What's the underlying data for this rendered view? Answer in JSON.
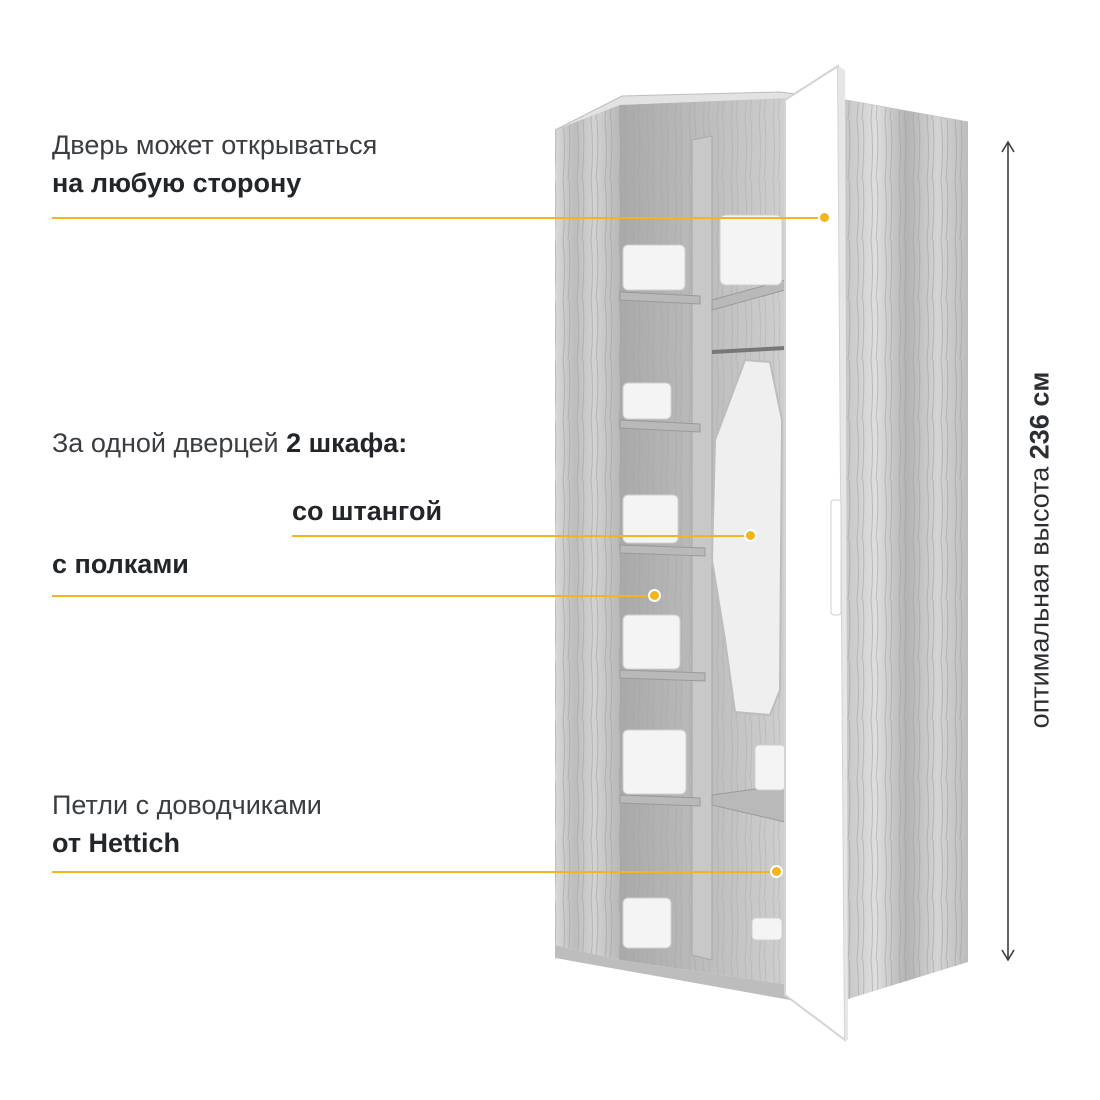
{
  "callouts": [
    {
      "id": "door",
      "line1": "Дверь может открываться",
      "line2": "на любую сторону"
    },
    {
      "id": "two-cabinets",
      "pre": "За одной дверцей ",
      "bold": "2 шкафа:"
    },
    {
      "id": "rod",
      "text": "со штангой"
    },
    {
      "id": "shelves",
      "text": "с полками"
    },
    {
      "id": "hinges",
      "line1": "Петли с доводчиками",
      "line2": "от Hettich"
    }
  ],
  "height_dimension": {
    "label": "оптимальная высота ",
    "value": "236 см"
  },
  "colors": {
    "accent": "#f2b51c",
    "text": "#2b2f33",
    "wood": "#cfcfcf",
    "door": "#ffffff"
  },
  "icons": [
    "wardrobe-illustration",
    "double-arrow-vertical-icon"
  ]
}
